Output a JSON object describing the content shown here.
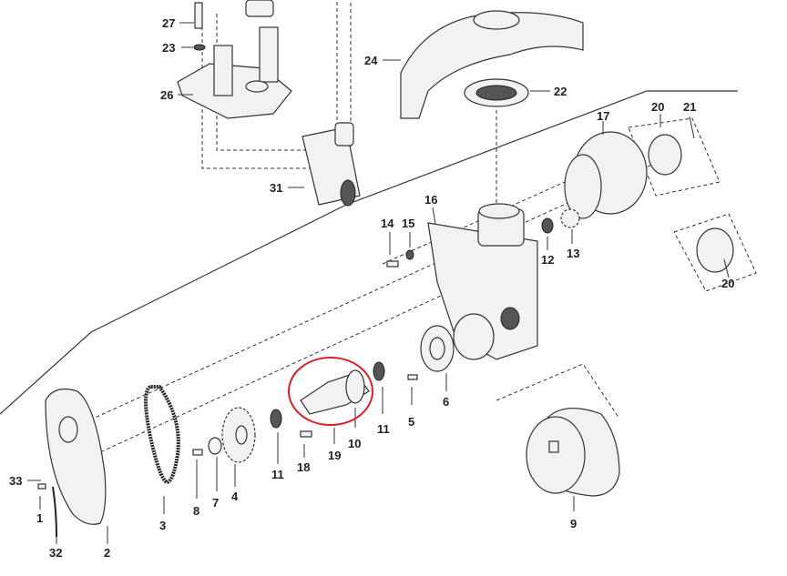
{
  "diagram": {
    "highlight_color": "#d9202a",
    "highlighted_part": "10",
    "labels": {
      "p27": "27",
      "p23": "23",
      "p26": "26",
      "p24": "24",
      "p22": "22",
      "p31": "31",
      "p17": "17",
      "p20a": "20",
      "p21": "21",
      "p16": "16",
      "p14": "14",
      "p15": "15",
      "p12": "12",
      "p13": "13",
      "p20b": "20",
      "p6": "6",
      "p5": "5",
      "p11a": "11",
      "p10": "10",
      "p19": "19",
      "p18": "18",
      "p11b": "11",
      "p4": "4",
      "p7": "7",
      "p8": "8",
      "p3": "3",
      "p2": "2",
      "p1": "1",
      "p32": "32",
      "p33": "33",
      "p9": "9"
    }
  }
}
